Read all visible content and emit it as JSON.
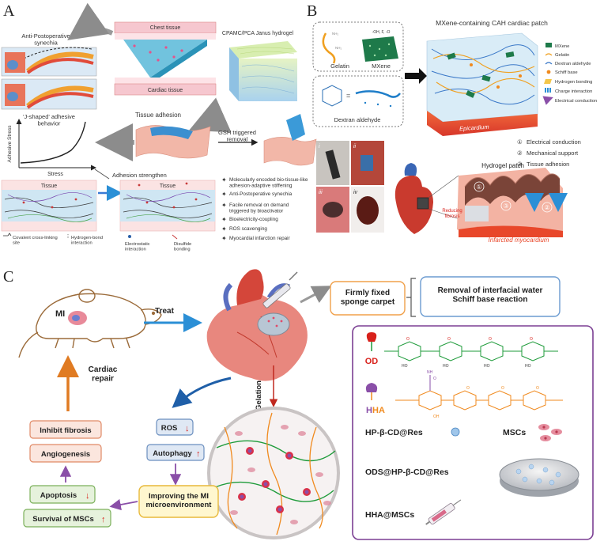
{
  "panels": {
    "a": {
      "letter": "A",
      "anti_synechia_label": "Anti-Postoperative\nsynechia",
      "chest_tissue": "Chest tissue",
      "cardiac_tissue": "Cardiac tissue",
      "hydrogel_label": "CPAMC/PCA Janus hydrogel",
      "tissue_adhesion": "Tissue adhesion",
      "gsh_removal": "GSH triggered\nremoval",
      "j_shaped": "'J-shaped' adhesive\nbehavior",
      "adhesive_stress": "Adhesive Stress",
      "stress": "Stress",
      "adhesion_strengthen": "Adhesion strengthen",
      "tissue_left": "Tissue",
      "tissue_right": "Tissue",
      "legend": [
        "Covalent cross-linking\nsite",
        "Hydrogen-bond\ninteraction",
        "Electrostatic\ninteraction",
        "Disulfide\nbonding"
      ],
      "features": [
        "Molecularly encoded bio-tissue-like\nadhesion-adaptive stiffening",
        "Anti-Postoperative synechia",
        "Facile removal on demand\ntriggered by bioactivator",
        "Bioelectricity-coupling",
        "ROS scavenging",
        "Myocardial infarction repair"
      ]
    },
    "b": {
      "letter": "B",
      "gelatin": "Gelatin",
      "mxene": "MXene",
      "mxene_groups": "-OH, F, -O",
      "dextran_aldehyde": "Dextran aldehyde",
      "patch_title": "MXene-containing CAH cardiac patch",
      "epicardium": "Epicardium",
      "legend": [
        "MXene",
        "Gelatin",
        "Dextran aldehyde",
        "Schiff base",
        "Hydrogen bonding",
        "Charge interaction",
        "Electrical conduction"
      ],
      "photo_labels": [
        "i",
        "ii",
        "iii",
        "iv"
      ],
      "hydrogel_patch": "Hydrogel patch",
      "functions": [
        "Electrical conduction",
        "Mechanical support",
        "Tissue adhesion"
      ],
      "function_numbers": [
        "①",
        "②",
        "③"
      ],
      "reducing_fibrosis": "Reducing\nfibrosis",
      "infarcted_myocardium": "Infarcted myocardium"
    },
    "c": {
      "letter": "C",
      "mi": "MI",
      "treat": "Treat",
      "cardiac_repair": "Cardiac\nrepair",
      "gelation": "Gelation",
      "sponge_carpet": "Firmly fixed\nsponge carpet",
      "mechanism": "Removal of interfacial water\nSchiff base reaction",
      "inhibit_fibrosis": "Inhibit fibrosis",
      "angiogenesis": "Angiogenesis",
      "apoptosis": "Apoptosis",
      "survival": "Survival of MSCs",
      "ros": "ROS",
      "autophagy": "Autophagy",
      "improving": "Improving the MI\nmicroenvironment",
      "od": "OD",
      "hha_h": "H",
      "hha_rest": "HA",
      "hp_res": "HP-β-CD@Res",
      "mscs": "MSCs",
      "ods": "ODS@HP-β-CD@Res",
      "hha_mscs": "HHA@MSCs"
    }
  },
  "colors": {
    "orange_arrow": "#e07b22",
    "blue_arrow": "#2b8fd6",
    "dark_blue_arrow": "#1f5fa8",
    "purple": "#8a4fa8",
    "red": "#d8211b",
    "green_chain": "#1e9b3a",
    "orange_chain": "#f08a1e",
    "myocardium": "#e8472a"
  },
  "icons": [
    "mouse-icon",
    "heart-icon",
    "syringe-icon",
    "petri-dish-icon",
    "msc-cell-icon",
    "microsphere-icon"
  ]
}
